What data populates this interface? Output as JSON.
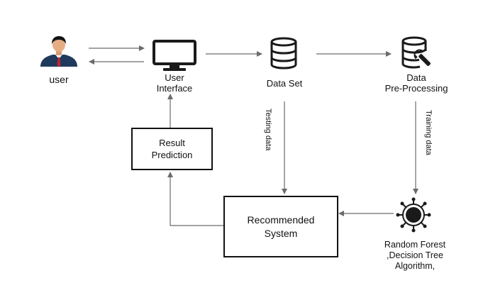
{
  "nodes": {
    "user": {
      "label": "user"
    },
    "user_interface": {
      "label": "User\nInterface"
    },
    "data_set": {
      "label": "Data Set"
    },
    "preprocessing": {
      "label": "Data\nPre-Processing"
    },
    "result_prediction": {
      "label": "Result\nPrediction"
    },
    "recommended_system": {
      "label": "Recommended\nSystem"
    },
    "algorithm": {
      "label": "Random Forest\n,Decision Tree\nAlgorithm,"
    }
  },
  "edges": {
    "testing": {
      "label": "Testing data"
    },
    "training": {
      "label": "Training data"
    }
  },
  "colors": {
    "line": "#6b6b6b",
    "box_border": "#111111",
    "user_suit": "#1f3a5c",
    "user_tie": "#c0262c",
    "icon_dark": "#1a1a1a"
  }
}
